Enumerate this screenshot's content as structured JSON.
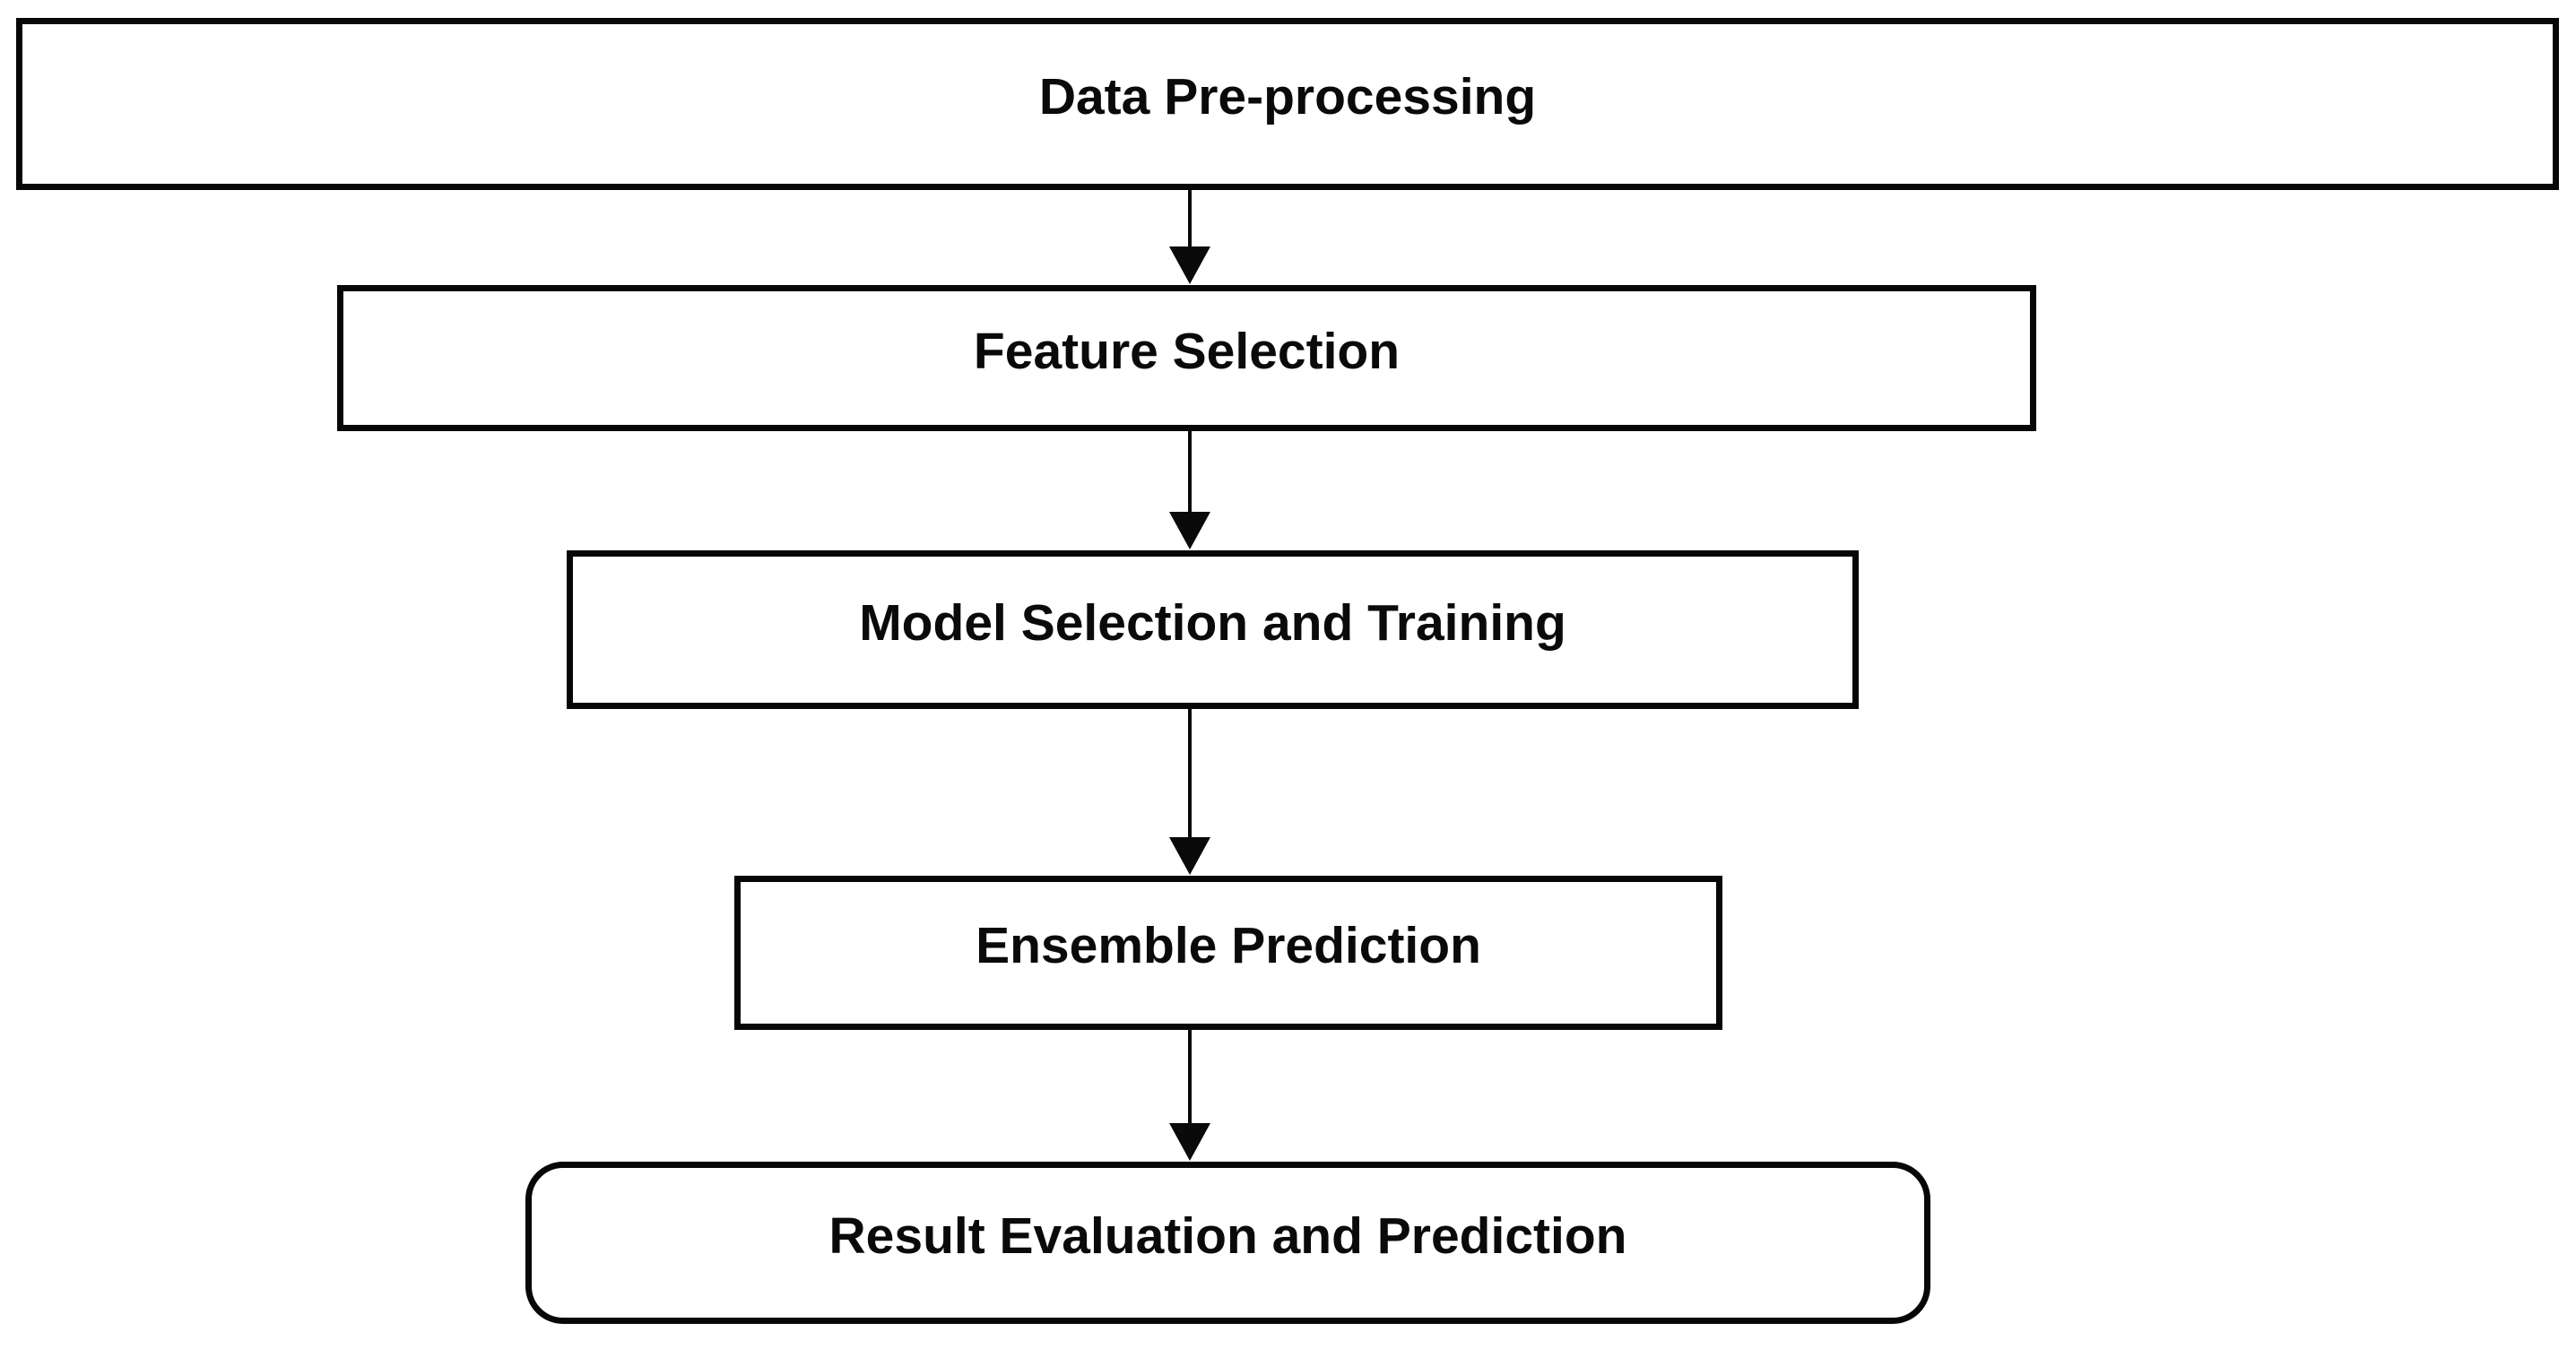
{
  "diagram": {
    "type": "flowchart",
    "direction": "top-down",
    "colors": {
      "background": "#ffffff",
      "box_fill": "#ffffff",
      "box_border": "#070707",
      "text": "#0a0a0a",
      "arrow": "#0a0a0a"
    },
    "steps": [
      {
        "label": "Data Pre-processing",
        "shape": "rectangle"
      },
      {
        "label": "Feature Selection",
        "shape": "rectangle"
      },
      {
        "label": "Model Selection and Training",
        "shape": "rectangle"
      },
      {
        "label": "Ensemble Prediction",
        "shape": "rectangle"
      },
      {
        "label": "Result Evaluation and Prediction",
        "shape": "rounded-rectangle"
      }
    ],
    "connections": [
      {
        "from": "Data Pre-processing",
        "to": "Feature Selection",
        "style": "arrow-down"
      },
      {
        "from": "Feature Selection",
        "to": "Model Selection and Training",
        "style": "arrow-down"
      },
      {
        "from": "Model Selection and Training",
        "to": "Ensemble Prediction",
        "style": "arrow-down"
      },
      {
        "from": "Ensemble Prediction",
        "to": "Result Evaluation and Prediction",
        "style": "arrow-down"
      }
    ]
  }
}
